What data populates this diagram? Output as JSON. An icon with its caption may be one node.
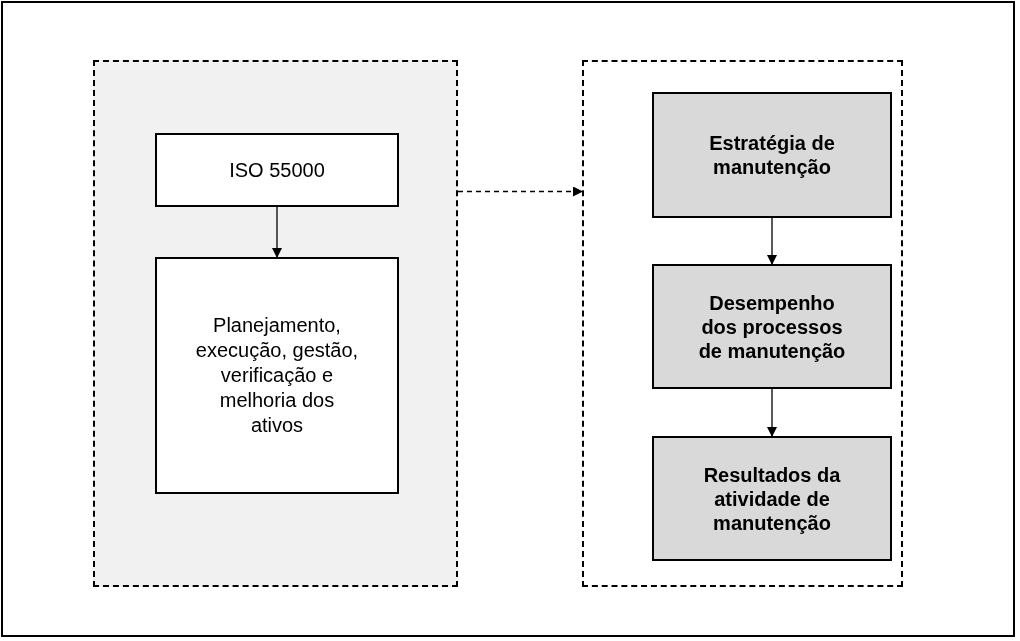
{
  "diagram": {
    "nodes": [
      {
        "text": [],
        "shape": "box"
      },
      {
        "text": [
          "ISO 55000"
        ],
        "in": 0
      },
      {
        "text": [
          "Planejamento, execução, gestão, verificação e melhoria dos ativos"
        ],
        "in": 0
      },
      {
        "text": [],
        "shape": "box"
      },
      {
        "text": [
          "Estratégia de manutenção"
        ],
        "in": 3
      },
      {
        "text": [
          "Desempenho dos processos de manutenção"
        ],
        "in": 3
      },
      {
        "text": [
          "Resultados da atividade de manutenção"
        ],
        "in": 3
      }
    ],
    "edges": [
      {
        "from": 1,
        "to": 2,
        "arrow": "to"
      },
      {
        "from": 0,
        "to": 3,
        "arrow": "to",
        "style": "dashed"
      },
      {
        "from": 4,
        "to": 5,
        "arrow": "to"
      },
      {
        "from": 5,
        "to": 6,
        "arrow": "to"
      }
    ]
  }
}
